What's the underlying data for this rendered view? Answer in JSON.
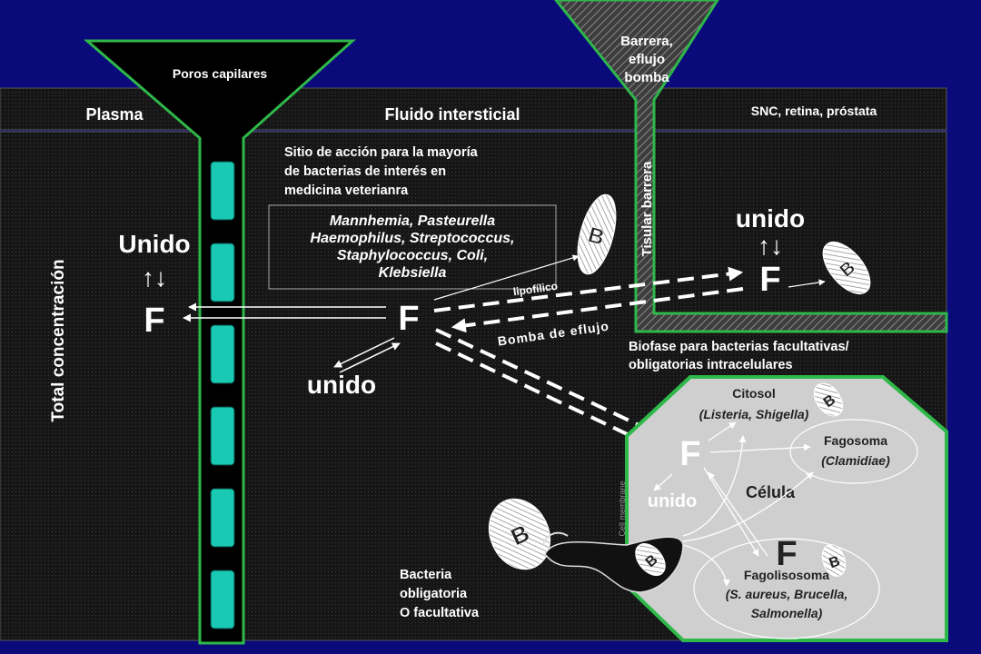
{
  "funnels": {
    "capillary": "Poros capilares",
    "barrier": [
      "Barrera,",
      "eflujo",
      "bomba"
    ],
    "tissue_barrier": "Tisular barrera"
  },
  "regions": {
    "plasma": "Plasma",
    "interstitial": "Fluido intersticial",
    "cns": "SNC, retina, próstata"
  },
  "plasma": {
    "axis_label": "Total concentración",
    "bound": "Unido",
    "arrows": "↑↓",
    "free": "F"
  },
  "interstitial": {
    "site_text": [
      "Sitio de acción para la mayoría",
      "de bacterias de interés en",
      "medicina veterianra"
    ],
    "species": [
      "Mannhemia, Pasteurella",
      "Haemophilus, Streptococcus,",
      "Staphylococcus, Coli,",
      "Klebsiella"
    ],
    "free": "F",
    "bound": "unido",
    "lipophilic": "lipofílico",
    "efflux_pump": "Bomba de eflujo"
  },
  "cns": {
    "bound": "unido",
    "arrows": "↑↓",
    "free": "F"
  },
  "biophase": [
    "Biofase para bacterias facultativas/",
    "obligatorias intracelulares"
  ],
  "cell": {
    "cytosol": [
      "Citosol",
      "(Listeria, Shigella)"
    ],
    "phagosome": [
      "Fagosoma",
      "(Clamidiae)"
    ],
    "phagolysosome": [
      "Fagolisosoma",
      "(S. aureus, Brucella,",
      "Salmonella)"
    ],
    "cell_label": "Célula",
    "free_top": "F",
    "free_bottom": "F",
    "bound": "unido",
    "membrane": "Cell membrane"
  },
  "bacteria_note": [
    "Bacteria",
    "obligatoria",
    "O facultativa"
  ],
  "bacterium_letter": "B",
  "colors": {
    "background": "#0a0a7a",
    "panel": "#1f1f1f",
    "pore": "#19c9b4",
    "barrier_green": "#2fb84a",
    "cell": "#cfcfcf"
  }
}
